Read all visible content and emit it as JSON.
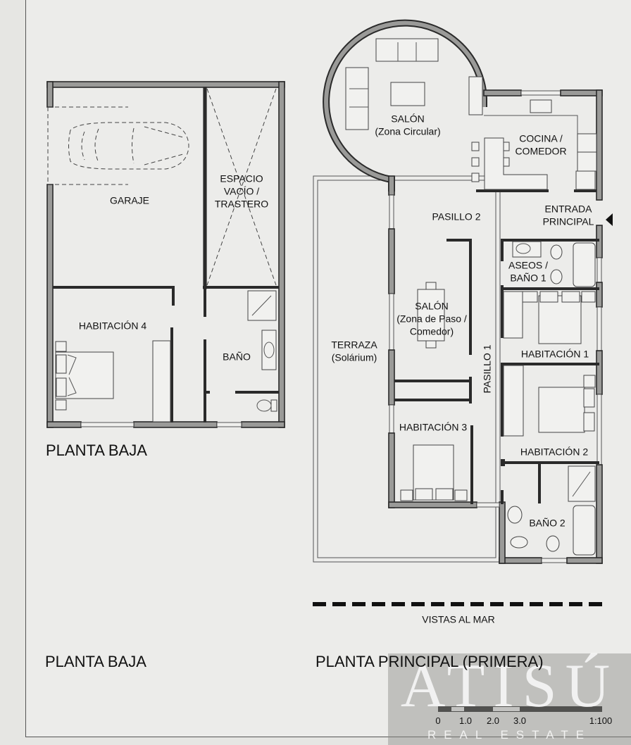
{
  "sheet": {
    "colors": {
      "paper": "#ececea",
      "wall_fill": "#9a9a98",
      "wall_line": "#2a2a2a",
      "text": "#111111"
    }
  },
  "planta_baja": {
    "title": "PLANTA BAJA",
    "title_bottom": "PLANTA BAJA",
    "rooms": {
      "garaje": "GARAJE",
      "trastero": "ESPACIO\nVACÍO /\nTRASTERO",
      "trastero_l1": "ESPACIO",
      "trastero_l2": "VACÍO /",
      "trastero_l3": "TRASTERO",
      "habitacion4": "HABITACIÓN 4",
      "bano": "BAÑO"
    }
  },
  "planta_principal": {
    "title": "PLANTA PRINCIPAL (PRIMERA)",
    "rooms": {
      "salon_circular_l1": "SALÓN",
      "salon_circular_l2": "(Zona Circular)",
      "cocina_l1": "COCINA /",
      "cocina_l2": "COMEDOR",
      "entrada_l1": "ENTRADA",
      "entrada_l2": "PRINCIPAL",
      "pasillo2": "PASILLO 2",
      "aseos_l1": "ASEOS /",
      "aseos_l2": "BAÑO 1",
      "salon_paso_l1": "SALÓN",
      "salon_paso_l2": "(Zona de Paso /",
      "salon_paso_l3": "Comedor)",
      "terraza_l1": "TERRAZA",
      "terraza_l2": "(Solárium)",
      "pasillo1": "PASILLO 1",
      "habitacion1": "HABITACIÓN 1",
      "habitacion2": "HABITACIÓN 2",
      "habitacion3": "HABITACIÓN 3",
      "bano2": "BAÑO 2"
    },
    "views": "VISTAS AL MAR"
  },
  "scale_bar": {
    "ticks": [
      "0",
      "1.0",
      "2.0",
      "3.0"
    ],
    "ratio": "1:100"
  },
  "watermark": {
    "logo": "ATISÚ",
    "subtitle": "REAL ESTATE"
  }
}
